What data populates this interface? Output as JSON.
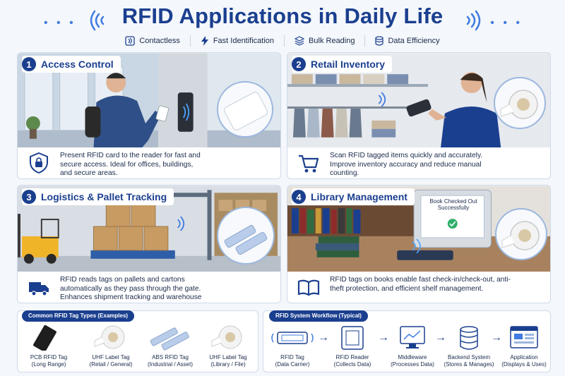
{
  "header": {
    "title": "RFID Applications in Daily Life",
    "features": [
      {
        "label": "Contactless",
        "icon": "contactless-icon"
      },
      {
        "label": "Fast Identification",
        "icon": "lightning-icon"
      },
      {
        "label": "Bulk Reading",
        "icon": "layers-icon"
      },
      {
        "label": "Data Efficiency",
        "icon": "database-icon"
      }
    ]
  },
  "cards": [
    {
      "num": "1",
      "title": "Access Control",
      "desc": "Present RFID card to the reader for fast and secure access. Ideal for offices, buildings, and secure areas.",
      "icon": "lock-icon"
    },
    {
      "num": "2",
      "title": "Retail Inventory",
      "desc": "Scan RFID tagged items quickly and accurately. Improve inventory accuracy and reduce manual counting.",
      "icon": "cart-icon"
    },
    {
      "num": "3",
      "title": "Logistics & Pallet Tracking",
      "desc": "RFID reads tags on pallets and cartons automatically as they pass through the gate. Enhances shipment tracking and warehouse management.",
      "icon": "truck-icon"
    },
    {
      "num": "4",
      "title": "Library Management",
      "desc": "RFID tags on books enable fast check-in/check-out, anti-theft protection, and efficient shelf management.",
      "icon": "book-icon"
    }
  ],
  "screen_text": "Book Checked Out Successfully",
  "tag_types": {
    "title": "Common RFID Tag Types (Examples)",
    "items": [
      {
        "name": "PCB RFID Tag",
        "sub": "(Long Range)"
      },
      {
        "name": "UHF Label Tag",
        "sub": "(Retail / General)"
      },
      {
        "name": "ABS RFID Tag",
        "sub": "(Industrial / Asset)"
      },
      {
        "name": "UHF Label Tag",
        "sub": "(Library / File)"
      }
    ]
  },
  "workflow": {
    "title": "RFID System Workflow (Typical)",
    "items": [
      {
        "name": "RFID Tag",
        "sub": "(Data Carrier)"
      },
      {
        "name": "RFID Reader",
        "sub": "(Collects Data)"
      },
      {
        "name": "Middleware",
        "sub": "(Processes Data)"
      },
      {
        "name": "Backend System",
        "sub": "(Stores & Manages)"
      },
      {
        "name": "Application",
        "sub": "(Displays & Uses)"
      }
    ]
  },
  "colors": {
    "primary": "#1b3f8f",
    "accent": "#3f7be0",
    "background": "#f4f7fb"
  }
}
